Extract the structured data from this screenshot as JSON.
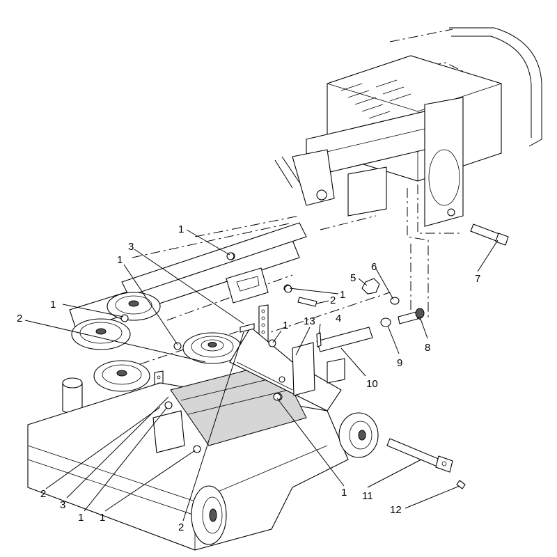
{
  "diagram": {
    "callouts": [
      {
        "id": "c1",
        "text": "1"
      },
      {
        "id": "c2",
        "text": "1"
      },
      {
        "id": "c3",
        "text": "1"
      },
      {
        "id": "c4",
        "text": "1"
      },
      {
        "id": "c5",
        "text": "1"
      },
      {
        "id": "c6",
        "text": "1"
      },
      {
        "id": "c7",
        "text": "1"
      },
      {
        "id": "c8",
        "text": "1"
      },
      {
        "id": "c9",
        "text": "2"
      },
      {
        "id": "c10",
        "text": "2"
      },
      {
        "id": "c11",
        "text": "2"
      },
      {
        "id": "c12",
        "text": "2"
      },
      {
        "id": "c13",
        "text": "3"
      },
      {
        "id": "c14",
        "text": "3"
      },
      {
        "id": "c15",
        "text": "4"
      },
      {
        "id": "c16",
        "text": "5"
      },
      {
        "id": "c17",
        "text": "6"
      },
      {
        "id": "c18",
        "text": "7"
      },
      {
        "id": "c19",
        "text": "8"
      },
      {
        "id": "c20",
        "text": "9"
      },
      {
        "id": "c21",
        "text": "10"
      },
      {
        "id": "c22",
        "text": "11"
      },
      {
        "id": "c23",
        "text": "12"
      },
      {
        "id": "c24",
        "text": "13"
      }
    ]
  }
}
